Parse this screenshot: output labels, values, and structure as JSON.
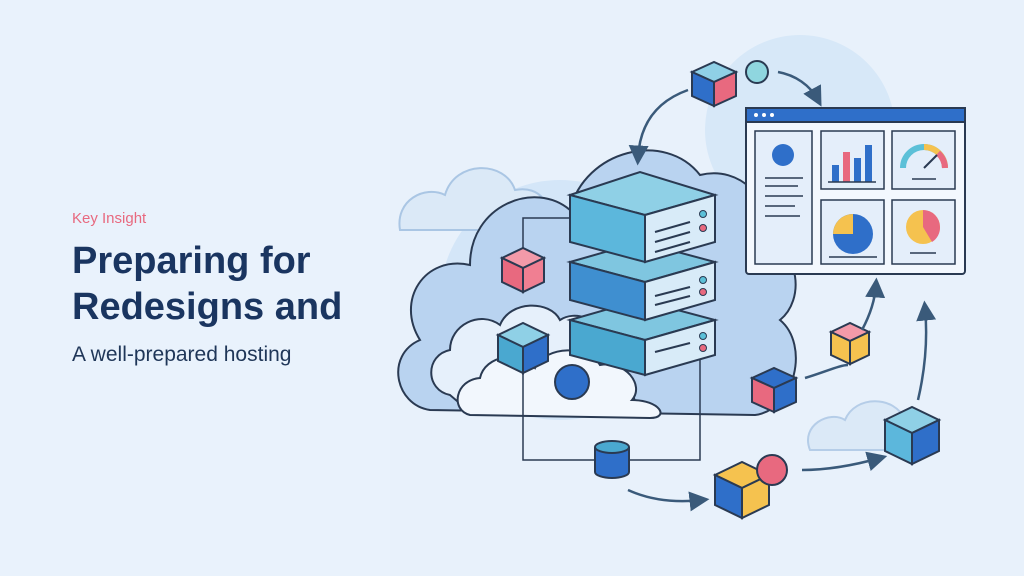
{
  "hero": {
    "eyebrow": "Key Insight",
    "title_line1": "Preparing for",
    "title_line2": "Redesigns and",
    "subtitle": "A well-prepared hosting"
  },
  "illustration": {
    "icons": [
      "cloud-icon",
      "server-stack-icon",
      "dashboard-window-icon",
      "cube-icon",
      "database-icon",
      "arrow-icon",
      "bar-chart-icon",
      "gauge-icon",
      "pie-chart-icon"
    ],
    "colors": {
      "navy": "#1a3560",
      "coral": "#e8697f",
      "teal": "#5cc0d8",
      "blue": "#2f6fc9",
      "yellow": "#f5c24f",
      "cloud": "#c9def5",
      "outline": "#2a3a52"
    }
  }
}
